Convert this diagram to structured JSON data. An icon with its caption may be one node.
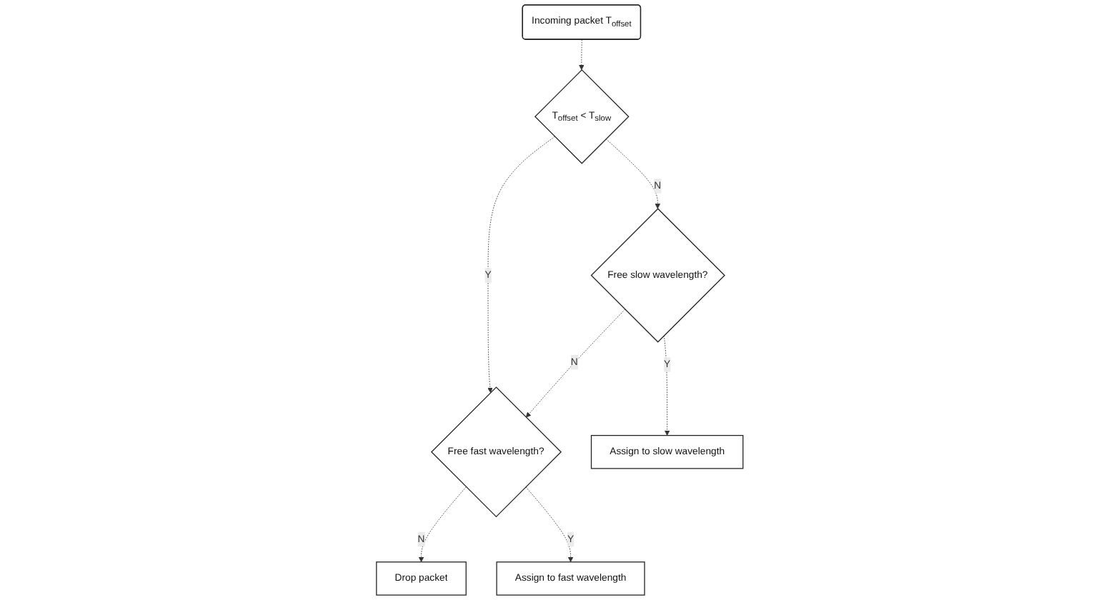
{
  "diagram": {
    "nodes": [
      {
        "text": [
          "Incoming packet T$_{offset}$"
        ]
      },
      {
        "text": [
          "T$_{offset}$ < T$_{slow}$"
        ]
      },
      {
        "text": [
          "Free slow wavelength?"
        ]
      },
      {
        "text": [
          "Free fast wavelength?"
        ]
      },
      {
        "text": [
          "Assign to slow wavelength"
        ]
      },
      {
        "text": [
          "Drop packet"
        ]
      },
      {
        "text": [
          "Assign to fast wavelength"
        ]
      }
    ],
    "edges": [
      {
        "from": 0,
        "to": 1,
        "arrow": "to",
        "style": "dashed"
      },
      {
        "from": 1,
        "to": 2,
        "arrow": "to",
        "label": "N",
        "style": "dashed"
      },
      {
        "from": 1,
        "to": 3,
        "arrow": "to",
        "label": "Y",
        "style": "dashed"
      },
      {
        "from": 2,
        "to": 4,
        "arrow": "to",
        "label": "Y",
        "style": "dashed"
      },
      {
        "from": 2,
        "to": 3,
        "arrow": "to",
        "label": "N",
        "style": "dashed"
      },
      {
        "from": 3,
        "to": 5,
        "arrow": "to",
        "label": "N",
        "style": "dashed"
      },
      {
        "from": 3,
        "to": 6,
        "arrow": "to",
        "label": "Y",
        "style": "dashed"
      }
    ]
  }
}
